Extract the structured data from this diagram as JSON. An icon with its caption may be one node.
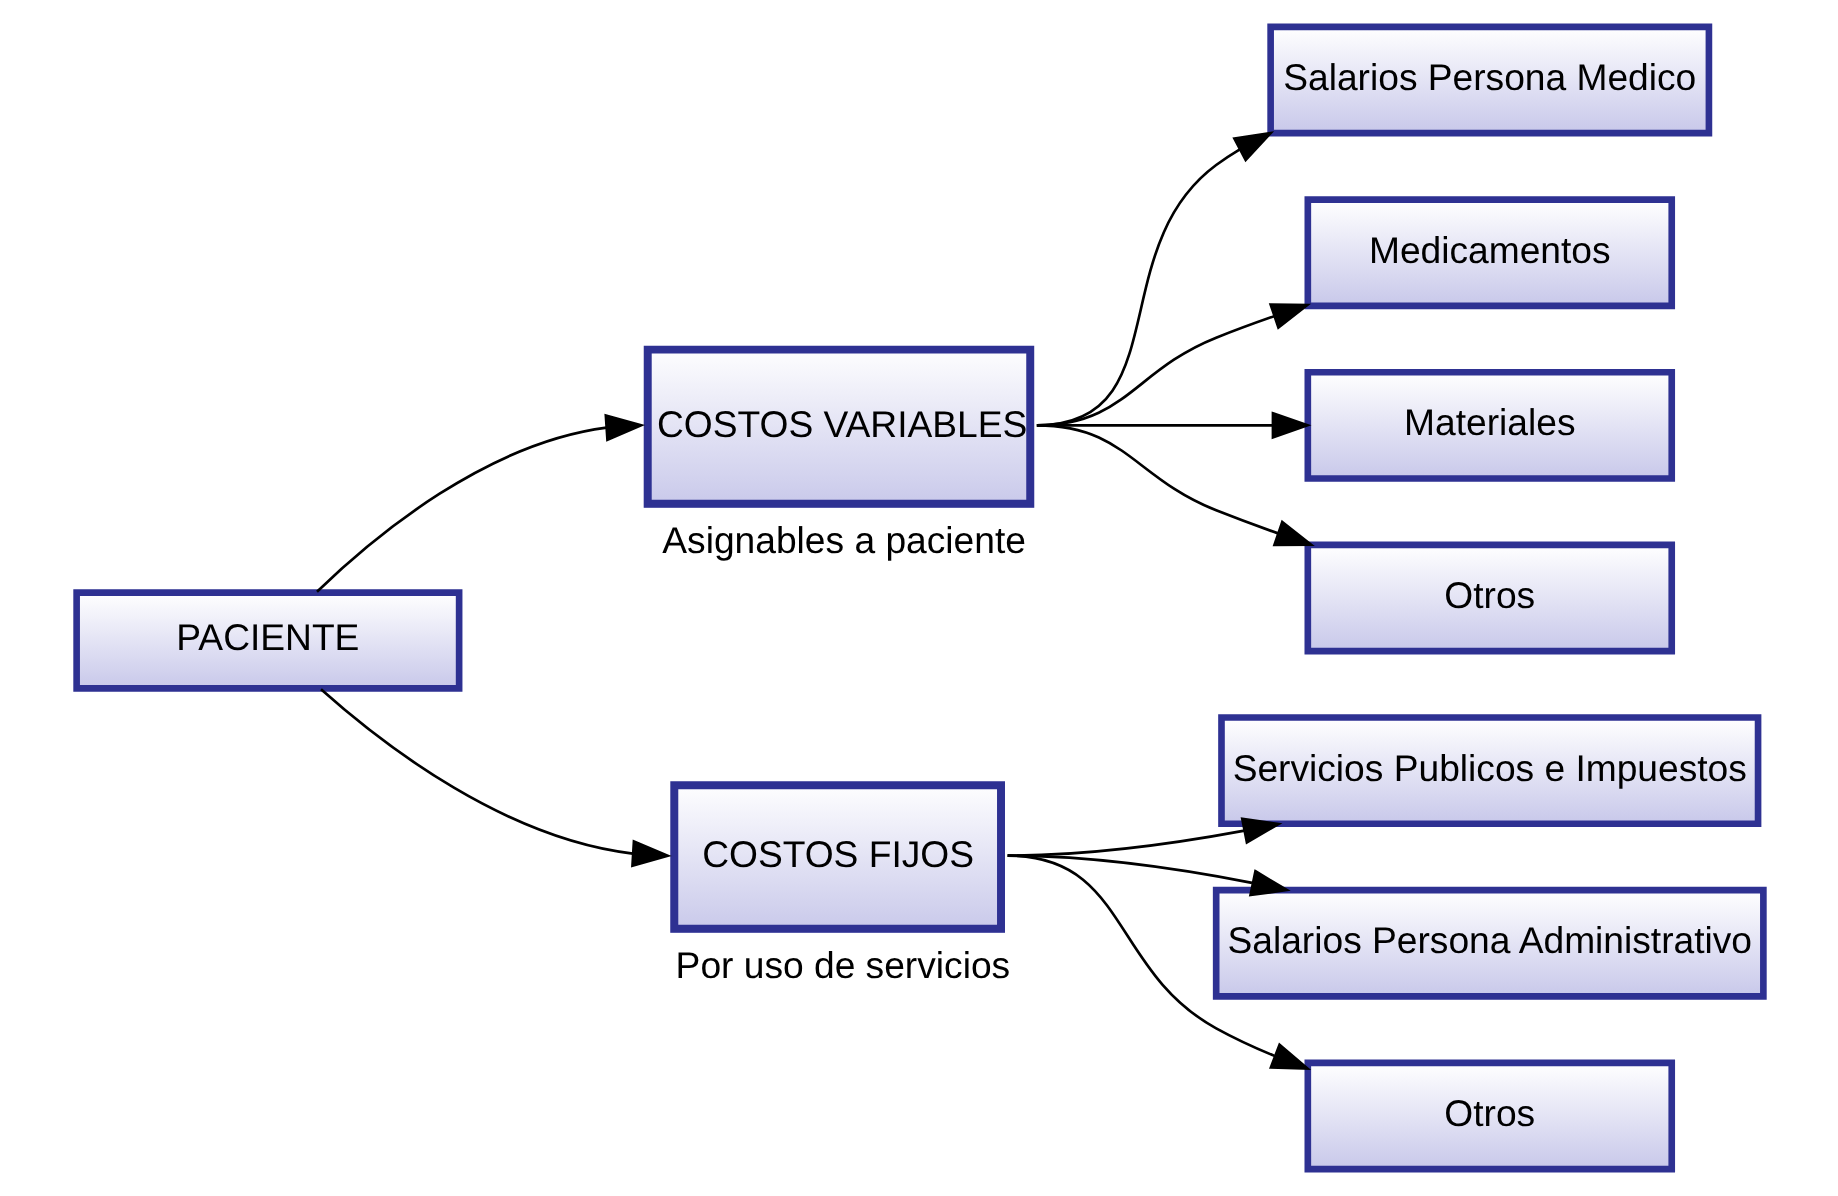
{
  "diagram": {
    "nodes": [
      {
        "text": [
          "PACIENTE"
        ]
      },
      {
        "text": [
          "COSTOS VARIABLES"
        ],
        "beside": [
          "Asignables a paciente"
        ]
      },
      {
        "text": [
          "Salarios Persona Medico"
        ]
      },
      {
        "text": [
          "Medicamentos"
        ]
      },
      {
        "text": [
          "Materiales"
        ]
      },
      {
        "text": [
          "Otros"
        ]
      },
      {
        "text": [
          "COSTOS FIJOS"
        ],
        "beside": [
          "Por uso de servicios"
        ]
      },
      {
        "text": [
          "Servicios Publicos e Impuestos"
        ]
      },
      {
        "text": [
          "Salarios Persona Administrativo"
        ]
      },
      {
        "text": [
          "Otros"
        ]
      }
    ],
    "edges": [
      {
        "from": 0,
        "to": 1,
        "arrow": "to"
      },
      {
        "from": 0,
        "to": 6,
        "arrow": "to"
      },
      {
        "from": 1,
        "to": 2,
        "arrow": "to"
      },
      {
        "from": 1,
        "to": 3,
        "arrow": "to"
      },
      {
        "from": 1,
        "to": 4,
        "arrow": "to"
      },
      {
        "from": 1,
        "to": 5,
        "arrow": "to"
      },
      {
        "from": 6,
        "to": 7,
        "arrow": "to"
      },
      {
        "from": 6,
        "to": 8,
        "arrow": "to"
      },
      {
        "from": 6,
        "to": 9,
        "arrow": "to"
      }
    ]
  }
}
